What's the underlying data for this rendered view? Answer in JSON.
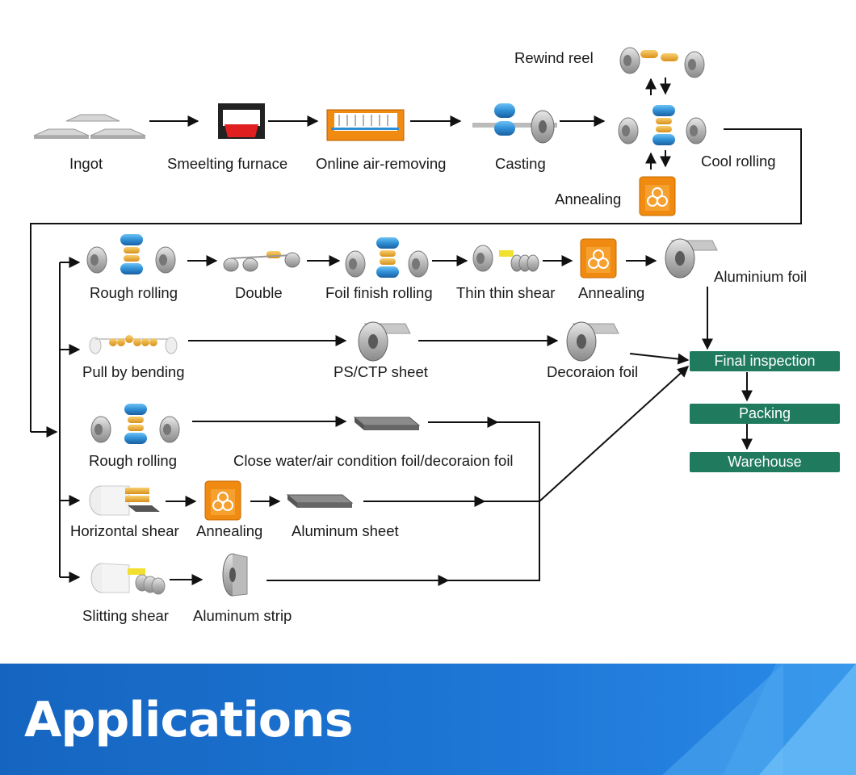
{
  "diagram": {
    "steps": {
      "ingot": "Ingot",
      "smelting_furnace": "Smeelting furnace",
      "online_air_removing": "Online air-removing",
      "casting": "Casting",
      "rewind_reel": "Rewind reel",
      "cool_rolling": "Cool rolling",
      "annealing_top": "Annealing",
      "rough_rolling_1": "Rough rolling",
      "double": "Double",
      "foil_finish_rolling": "Foil finish rolling",
      "thin_thin_shear": "Thin thin shear",
      "annealing_row1": "Annealing",
      "aluminium_foil": "Aluminium foil",
      "pull_by_bending": "Pull by bending",
      "ps_ctp_sheet": "PS/CTP sheet",
      "decoration_foil": "Decoraion foil",
      "rough_rolling_2": "Rough rolling",
      "close_water_air": "Close water/air condition foil/decoraion foil",
      "horizontal_shear": "Horizontal shear",
      "annealing_row4": "Annealing",
      "aluminum_sheet": "Aluminum sheet",
      "slitting_shear": "Slitting shear",
      "aluminum_strip": "Aluminum strip"
    },
    "final_stages": [
      "Final inspection",
      "Packing",
      "Warehouse"
    ]
  },
  "banner": {
    "title": "Applications"
  },
  "colors": {
    "stage_green": "#1f7a5e",
    "banner_blue": "#1565c0",
    "roller_blue": "#2f8fd6",
    "roller_orange": "#f0a020",
    "furnace_orange": "#f08a10"
  }
}
